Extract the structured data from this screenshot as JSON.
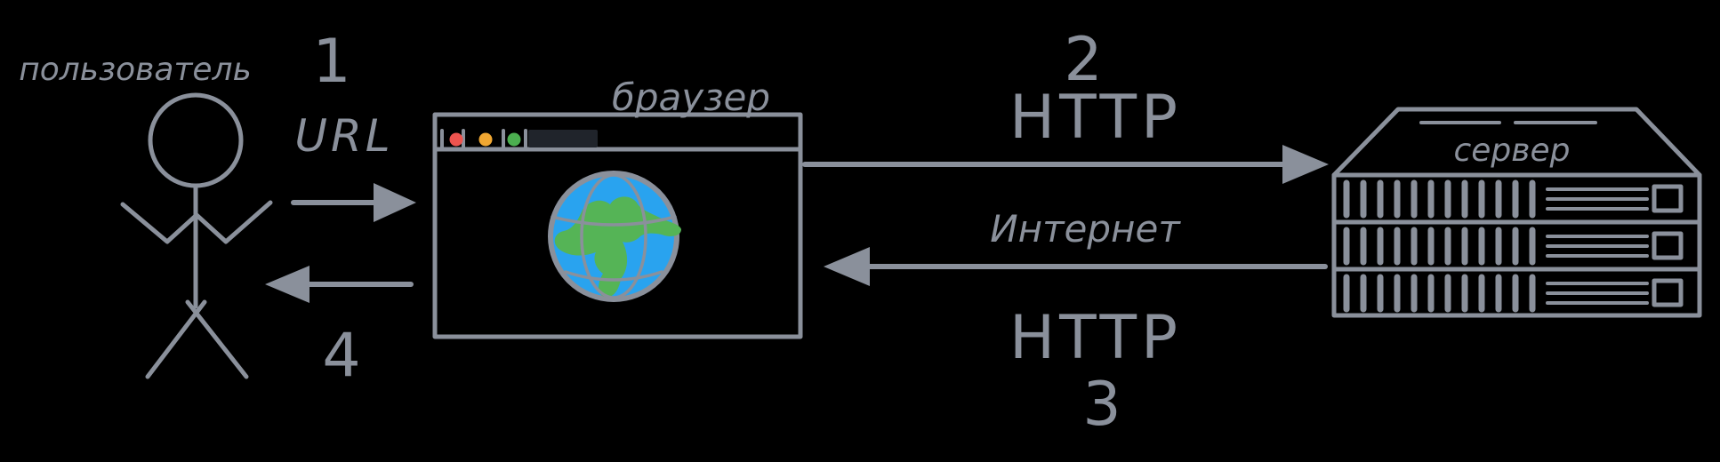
{
  "diagram": {
    "labels": {
      "user": "пользователь",
      "step_1": "1",
      "url": "URL",
      "browser_title": "браузер",
      "step_2": "2",
      "http_request": "HTTP",
      "internet": "Интернет",
      "http_response": "HTTP",
      "step_3": "3",
      "step_4": "4",
      "server": "сервер"
    },
    "colors": {
      "background": "#000000",
      "stroke": "#8a909b",
      "traffic_light_red": "#ee544f",
      "traffic_light_yellow": "#f0a732",
      "traffic_light_green": "#4caf50",
      "globe_water": "#29a3ef",
      "globe_land": "#55b456",
      "address_bar_fill": "#20242b"
    }
  }
}
